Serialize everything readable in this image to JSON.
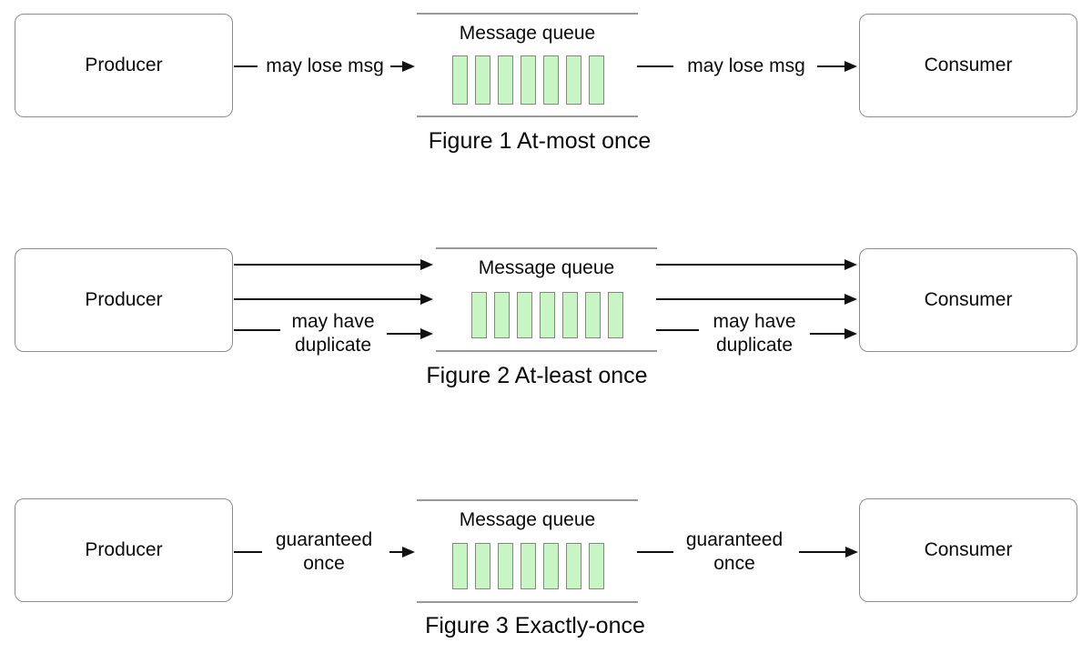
{
  "colors": {
    "bar_fill": "#c8f5c4",
    "bar_border": "#85897a",
    "box_border": "#8c8c8c",
    "rail_gray": "#999999",
    "arrow_black": "#111111"
  },
  "queue_bar_count": 7,
  "figures": [
    {
      "caption": "Figure 1 At-most once",
      "producer": "Producer",
      "consumer": "Consumer",
      "queue_title": "Message queue",
      "left_label": "may lose msg",
      "right_label": "may lose msg"
    },
    {
      "caption": "Figure 2 At-least once",
      "producer": "Producer",
      "consumer": "Consumer",
      "queue_title": "Message queue",
      "left_label": "may have duplicate",
      "right_label": "may have duplicate"
    },
    {
      "caption": "Figure 3 Exactly-once",
      "producer": "Producer",
      "consumer": "Consumer",
      "queue_title": "Message queue",
      "left_label": "guaranteed once",
      "right_label": "guaranteed once"
    }
  ]
}
